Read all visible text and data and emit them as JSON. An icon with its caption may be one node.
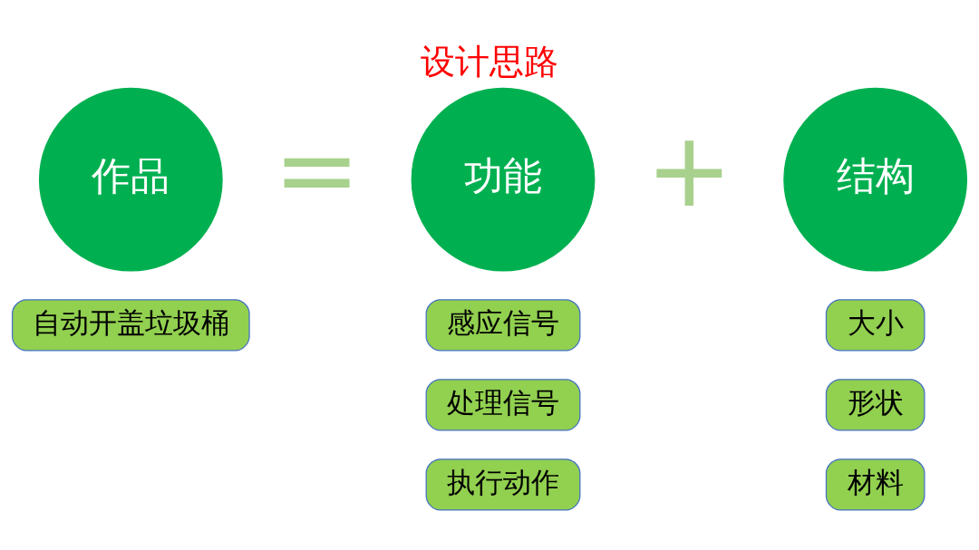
{
  "diagram": {
    "title": "设计思路",
    "nodes": [
      {
        "text": [
          "作品"
        ]
      },
      {
        "text": [
          "功能"
        ]
      },
      {
        "text": [
          "结构"
        ]
      },
      {
        "text": [
          "自动开盖垃圾桶"
        ]
      },
      {
        "text": [
          "感应信号"
        ]
      },
      {
        "text": [
          "处理信号"
        ]
      },
      {
        "text": [
          "执行动作"
        ]
      },
      {
        "text": [
          "大小"
        ]
      },
      {
        "text": [
          "形状"
        ]
      },
      {
        "text": [
          "材料"
        ]
      }
    ],
    "edges": [],
    "labels": [
      "=",
      "+"
    ]
  }
}
